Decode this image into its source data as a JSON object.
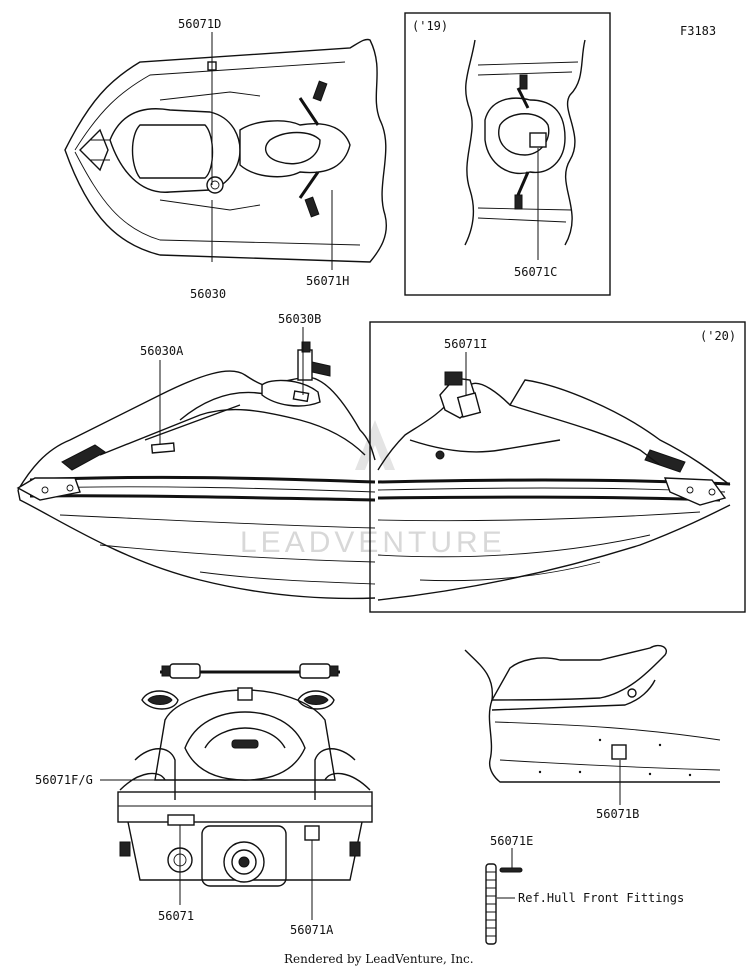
{
  "figure_code": "F3183",
  "year_labels": {
    "y19": "('19)",
    "y20": "('20)"
  },
  "parts": {
    "p56071D": "56071D",
    "p56030": "56030",
    "p56071H": "56071H",
    "p56071C": "56071C",
    "p56030A": "56030A",
    "p56030B": "56030B",
    "p56071I": "56071I",
    "p56071FG": "56071F/G",
    "p56071": "56071",
    "p56071A": "56071A",
    "p56071B": "56071B",
    "p56071E": "56071E"
  },
  "reference_note": "Ref.Hull Front Fittings",
  "watermark": "LEADVENTURE",
  "footer": "Rendered by LeadVenture, Inc."
}
